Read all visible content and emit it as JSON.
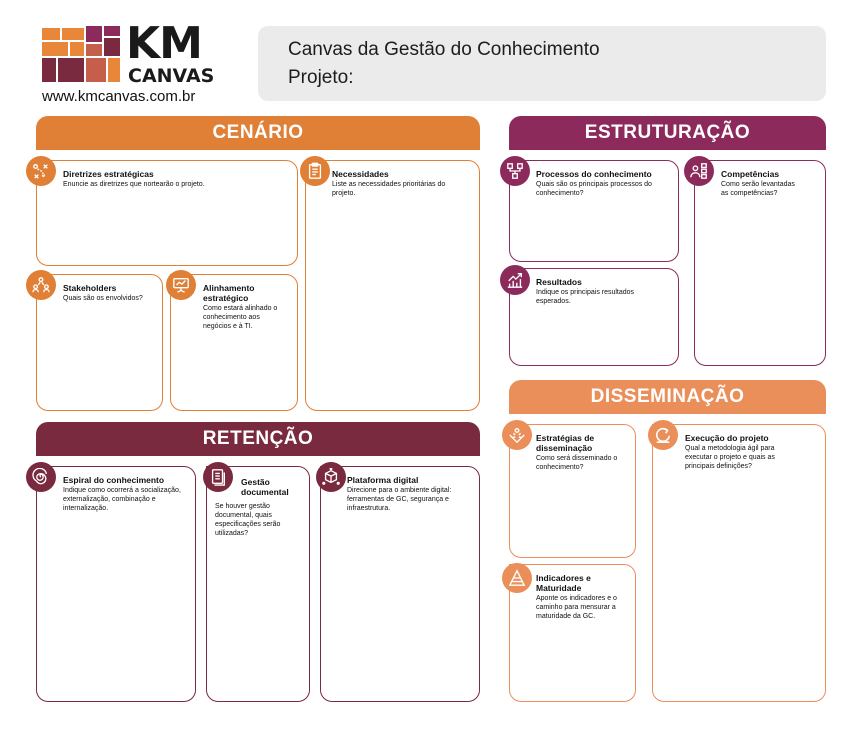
{
  "logo": {
    "km": "KM",
    "canvas": "CANVAS",
    "url": "www.kmcanvas.com.br"
  },
  "header": {
    "title": "Canvas da Gestão do Conhecimento",
    "project_label": "Projeto:"
  },
  "colors": {
    "cenario": "#e07f36",
    "estruturacao": "#8c2a5c",
    "disseminacao": "#eb8f5a",
    "retencao": "#7a2a3e"
  },
  "sections": {
    "cenario": "CENÁRIO",
    "estruturacao": "ESTRUTURAÇÃO",
    "disseminacao": "DISSEMINAÇÃO",
    "retencao": "RETENÇÃO"
  },
  "cards": {
    "diretrizes": {
      "title": "Diretrizes estratégicas",
      "desc": "Enuncie as diretrizes que nortearão o projeto.",
      "icon": "strategy-icon"
    },
    "necessidades": {
      "title": "Necessidades",
      "desc": "Liste as necessidades prioritárias do projeto.",
      "icon": "clipboard-icon"
    },
    "stakeholders": {
      "title": "Stakeholders",
      "desc": "Quais são os envolvidos?",
      "icon": "people-icon"
    },
    "alinhamento": {
      "title": "Alinhamento estratégico",
      "desc": "Como estará alinhado o conhecimento aos negócios e à TI.",
      "icon": "presentation-icon"
    },
    "processos": {
      "title": "Processos do conhecimento",
      "desc": "Quais são os principais processos do conhecimento?",
      "icon": "flowchart-icon"
    },
    "competencias": {
      "title": "Competências",
      "desc": "Como serão levantadas as competências?",
      "icon": "user-skills-icon"
    },
    "resultados": {
      "title": "Resultados",
      "desc": "Indique os principais resultados esperados.",
      "icon": "growth-chart-icon"
    },
    "estrategias": {
      "title": "Estratégias de disseminação",
      "desc": "Como será disseminado o conhecimento?",
      "icon": "hands-icon"
    },
    "execucao": {
      "title": "Execução do projeto",
      "desc": "Qual a metodologia ágil para executar o projeto e quais as principais definições?",
      "icon": "agile-cycle-icon"
    },
    "indicadores": {
      "title": "Indicadores e Maturidade",
      "desc": "Aponte os indicadores e o caminho para mensurar a maturidade da GC.",
      "icon": "pyramid-icon"
    },
    "espiral": {
      "title": "Espiral do conhecimento",
      "desc": "Indique como ocorrerá a socialização, externalização, combinação e internalização.",
      "icon": "spiral-icon"
    },
    "gestao": {
      "title": "Gestão documental",
      "desc": "Se houver gestão documental, quais especificações serão utilizadas?",
      "icon": "document-icon"
    },
    "plataforma": {
      "title": "Plataforma digital",
      "desc": "Direcione para o ambiente digital: ferramentas de GC, segurança e infraestrutura.",
      "icon": "cube-network-icon"
    }
  }
}
